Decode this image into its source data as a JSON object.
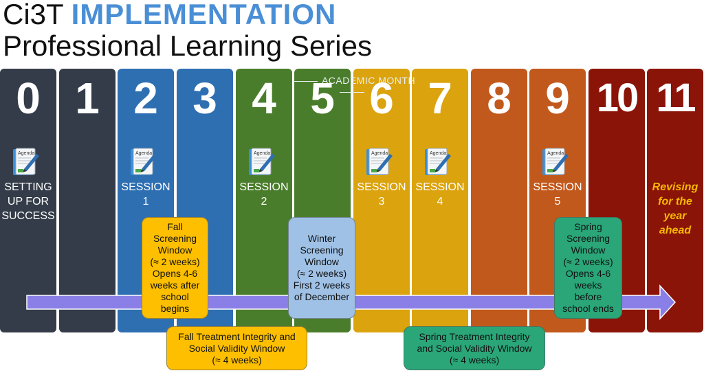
{
  "title": {
    "line1_prefix": "Ci3T ",
    "line1_accent": "IMPLEMENTATION",
    "line2": "Professional Learning Series"
  },
  "academic_month_label": "ACADEMIC MONTH",
  "months": [
    {
      "number": "0",
      "color": "#333c48"
    },
    {
      "number": "1",
      "color": "#333c48"
    },
    {
      "number": "2",
      "color": "#2e6fb2"
    },
    {
      "number": "3",
      "color": "#2e6fb2"
    },
    {
      "number": "4",
      "color": "#4a7d2b"
    },
    {
      "number": "5",
      "color": "#4a7d2b"
    },
    {
      "number": "6",
      "color": "#dba30e"
    },
    {
      "number": "7",
      "color": "#dba30e"
    },
    {
      "number": "8",
      "color": "#c2591c"
    },
    {
      "number": "9",
      "color": "#c2591c"
    },
    {
      "number": "10",
      "color": "#8b1408"
    },
    {
      "number": "11",
      "color": "#8b1408"
    }
  ],
  "setup_text": "SETTING\nUP FOR\nSUCCESS",
  "sessions": [
    {
      "label": "SESSION\n1"
    },
    {
      "label": "SESSION\n2"
    },
    {
      "label": "SESSION\n3"
    },
    {
      "label": "SESSION\n4"
    },
    {
      "label": "SESSION\n5"
    }
  ],
  "agenda_icon": "agenda-document-icon",
  "revising_text": "Revising\nfor the\nyear\nahead",
  "windows": {
    "fall_screening": "Fall\nScreening\nWindow\n(≈ 2 weeks)\nOpens 4-6\nweeks after\nschool\nbegins",
    "winter_screening": "Winter\nScreening\nWindow\n(≈ 2 weeks)\nFirst 2 weeks\nof December",
    "spring_screening": "Spring\nScreening\nWindow\n(≈ 2 weeks)\nOpens 4-6\nweeks\nbefore\nschool ends",
    "fall_treatment": "Fall Treatment Integrity and\nSocial Validity Window\n(≈ 4 weeks)",
    "spring_treatment": "Spring Treatment Integrity\nand Social Validity Window\n(≈ 4 weeks)"
  },
  "colors": {
    "fall_box": "#fdbf00",
    "winter_box": "#9fc1e6",
    "spring_box": "#2aa679",
    "arrow": "#8a7fe6",
    "revise_text": "#f6b800"
  }
}
